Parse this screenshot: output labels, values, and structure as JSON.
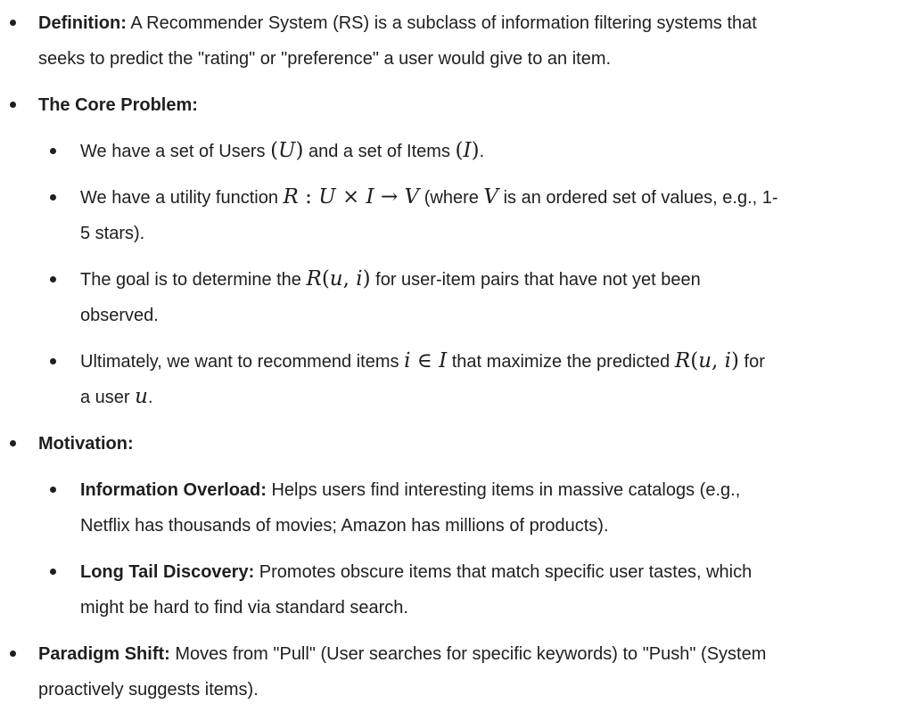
{
  "colors": {
    "text": "#1f1f1f",
    "background": "#ffffff",
    "bullet": "#1f1f1f"
  },
  "document": {
    "items": [
      {
        "level": 1,
        "segments": [
          {
            "t": "b",
            "text": "Definition:"
          },
          {
            "t": "r",
            "text": " A Recommender System (RS) is a subclass of information filtering systems that"
          },
          {
            "t": "br"
          },
          {
            "t": "r",
            "text": "seeks to predict the \"rating\" or \"preference\" a user would give to an item."
          }
        ]
      },
      {
        "level": 1,
        "segments": [
          {
            "t": "b",
            "text": "The Core Problem:"
          }
        ]
      },
      {
        "level": 2,
        "segments": [
          {
            "t": "r",
            "text": "We have a set of Users "
          },
          {
            "t": "m",
            "text": "(U)"
          },
          {
            "t": "r",
            "text": " and a set of Items "
          },
          {
            "t": "m",
            "text": "(I)"
          },
          {
            "t": "r",
            "text": "."
          }
        ]
      },
      {
        "level": 2,
        "segments": [
          {
            "t": "r",
            "text": "We have a utility function "
          },
          {
            "t": "m",
            "text": "R : U × I → V"
          },
          {
            "t": "r",
            "text": " (where "
          },
          {
            "t": "m",
            "text": "V"
          },
          {
            "t": "r",
            "text": " is an ordered set of values, e.g., 1-"
          },
          {
            "t": "br"
          },
          {
            "t": "r",
            "text": "5 stars)."
          }
        ]
      },
      {
        "level": 2,
        "segments": [
          {
            "t": "r",
            "text": "The goal is to determine the "
          },
          {
            "t": "m",
            "text": "R(u, i)"
          },
          {
            "t": "r",
            "text": " for user-item pairs that have not yet been"
          },
          {
            "t": "br"
          },
          {
            "t": "r",
            "text": "observed."
          }
        ]
      },
      {
        "level": 2,
        "segments": [
          {
            "t": "r",
            "text": "Ultimately, we want to recommend items "
          },
          {
            "t": "m",
            "text": "i ∈ I"
          },
          {
            "t": "r",
            "text": " that maximize the predicted "
          },
          {
            "t": "m",
            "text": "R(u, i)"
          },
          {
            "t": "r",
            "text": " for"
          },
          {
            "t": "br"
          },
          {
            "t": "r",
            "text": "a user "
          },
          {
            "t": "m",
            "text": "u"
          },
          {
            "t": "r",
            "text": "."
          }
        ]
      },
      {
        "level": 1,
        "segments": [
          {
            "t": "b",
            "text": "Motivation:"
          }
        ]
      },
      {
        "level": 2,
        "segments": [
          {
            "t": "b",
            "text": "Information Overload:"
          },
          {
            "t": "r",
            "text": " Helps users find interesting items in massive catalogs (e.g.,"
          },
          {
            "t": "br"
          },
          {
            "t": "r",
            "text": "Netflix has thousands of movies; Amazon has millions of products)."
          }
        ]
      },
      {
        "level": 2,
        "segments": [
          {
            "t": "b",
            "text": "Long Tail Discovery:"
          },
          {
            "t": "r",
            "text": " Promotes obscure items that match specific user tastes, which"
          },
          {
            "t": "br"
          },
          {
            "t": "r",
            "text": "might be hard to find via standard search."
          }
        ]
      },
      {
        "level": 1,
        "segments": [
          {
            "t": "b",
            "text": "Paradigm Shift:"
          },
          {
            "t": "r",
            "text": " Moves from \"Pull\" (User searches for specific keywords) to \"Push\" (System"
          },
          {
            "t": "br"
          },
          {
            "t": "r",
            "text": "proactively suggests items)."
          }
        ]
      }
    ]
  }
}
